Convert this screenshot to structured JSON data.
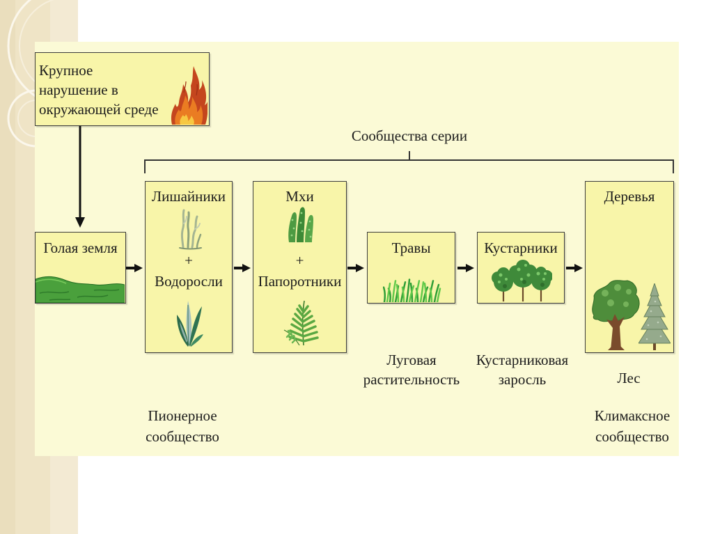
{
  "colors": {
    "panel_background": "#fbfad6",
    "box_fill": "#f8f5a9",
    "box_border": "#3b3b3b",
    "text": "#1c1c1c",
    "arrow": "#111111",
    "sidebar_beige": "#efe4c6"
  },
  "disturbance": {
    "lines": [
      "Крупное",
      "нарушение в",
      "окружающей среде"
    ],
    "icon": "flame-icon"
  },
  "bare_ground": {
    "label": "Голая земля",
    "icon": "ground-icon"
  },
  "series": {
    "label": "Сообщества серии"
  },
  "stages": {
    "lichens_algae": {
      "top": "Лишайники",
      "plus": "+",
      "bottom": "Водоросли",
      "icons": [
        "lichen-icon",
        "algae-icon"
      ]
    },
    "mosses_ferns": {
      "top": "Мхи",
      "plus": "+",
      "bottom": "Папоротники",
      "icons": [
        "moss-icon",
        "fern-icon"
      ]
    },
    "grasses": {
      "label": "Травы",
      "icon": "grass-icon"
    },
    "shrubs": {
      "label": "Кустарники",
      "icon": "shrub-icon"
    },
    "trees": {
      "label": "Деревья",
      "icons": [
        "deciduous-tree-icon",
        "conifer-tree-icon"
      ]
    }
  },
  "communities": {
    "meadow": [
      "Луговая",
      "растительность"
    ],
    "shrubland": [
      "Кустарниковая",
      "заросль"
    ],
    "forest": "Лес",
    "pioneer": [
      "Пионерное",
      "сообщество"
    ],
    "climax": [
      "Климаксное",
      "сообщество"
    ]
  }
}
